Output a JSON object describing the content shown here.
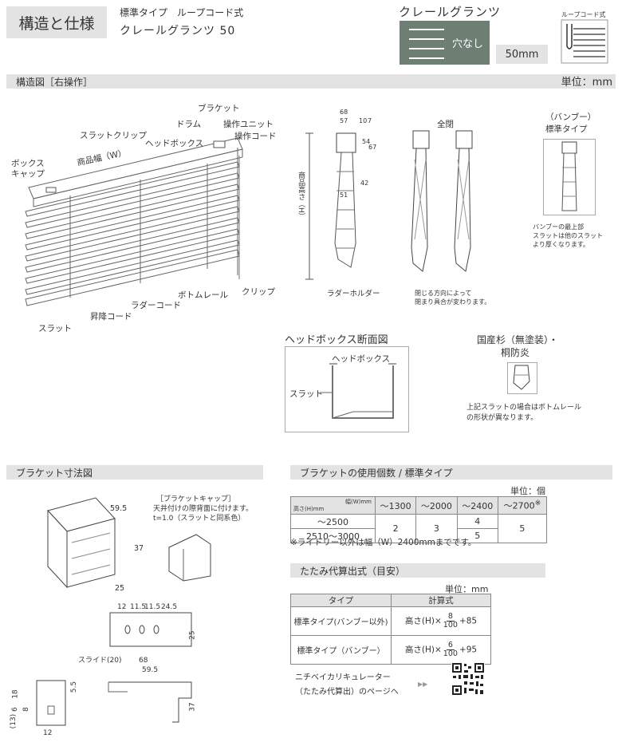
{
  "header": {
    "title": "構造と仕様",
    "subtitle1": "標準タイプ　ループコード式",
    "subtitle2": "クレールグランツ 50",
    "product_label": "クレールグランツ",
    "swatch_text": "穴なし",
    "size": "50mm",
    "loop_label": "ループコード式"
  },
  "structure": {
    "section_title": "構造図［右操作］",
    "unit": "単位：mm",
    "labels": {
      "bracket": "ブラケット",
      "drum": "ドラム",
      "operation_unit": "操作ユニット",
      "operation_cord": "操作コード",
      "slat_clip": "スラットクリップ",
      "headbox": "ヘッドボックス",
      "box_cap1": "ボックス",
      "box_cap2": "キャップ",
      "product_width": "商品幅（W）",
      "bottom_rail": "ボトムレール",
      "clip": "クリップ",
      "ladder_cord": "ラダーコード",
      "lift_cord": "昇降コード",
      "slat": "スラット",
      "product_height": "商品高さ（H）",
      "ladder_holder": "ラダーホルダー",
      "full_close": "全閉",
      "close_note1": "閉じる方向によって",
      "close_note2": "閉まり具合が変わります。",
      "bamboo1": "（バンブー）",
      "bamboo2": "標準タイプ",
      "bamboo_note1": "バンブーの最上部",
      "bamboo_note2": "スラットは他のスラット",
      "bamboo_note3": "より厚くなります。"
    },
    "dims": {
      "d68": "68",
      "d57": "57",
      "d10": "10",
      "d7": "7",
      "d54": "54",
      "d67": "67",
      "d42": "42",
      "d51": "51"
    }
  },
  "headbox_section": {
    "title": "ヘッドボックス断面図",
    "headbox": "ヘッドボックス",
    "slat": "スラット"
  },
  "cedar": {
    "title1": "国産杉（無塗装）・",
    "title2": "桐防炎",
    "note1": "上記スラットの場合はボトムレール",
    "note2": "の形状が異なります。"
  },
  "bracket_dims": {
    "section_title": "ブラケット寸法図",
    "cap_title": "［ブラケットキャップ］",
    "cap_note1": "天井付けの際背面に付けます。",
    "cap_note2": "t=1.0（スラットと同系色）",
    "d59_5": "59.5",
    "d37": "37",
    "d25": "25",
    "d12": "12",
    "d11_5a": "11.5",
    "d11_5b": "11.5",
    "d24_5": "24.5",
    "d25b": "25",
    "slide": "スライド(20)",
    "d68": "68",
    "d59_5b": "59.5",
    "d5_5": "5.5",
    "d18": "18",
    "d6": "6",
    "d13": "(13)",
    "d8": "8",
    "d12b": "12",
    "d37b": "37"
  },
  "bracket_usage": {
    "section_title": "ブラケットの使用個数 / 標準タイプ",
    "unit": "単位：個",
    "corner_top": "幅(W)mm",
    "corner_bottom": "高さ(H)mm",
    "cols": [
      "～1300",
      "～2000",
      "～2400",
      "～2700"
    ],
    "col_mark": "※",
    "rows": [
      "～2500",
      "2510～3000"
    ],
    "v1300": "2",
    "v2000": "3",
    "v2400a": "4",
    "v2400b": "5",
    "v2700": "5",
    "note": "※ライトリー以外は幅（W）2400mmまでです。"
  },
  "stack": {
    "section_title": "たたみ代算出式（目安）",
    "unit": "単位：mm",
    "col_type": "タイプ",
    "col_formula": "計算式",
    "rows": [
      {
        "type": "標準タイプ(バンブー以外)",
        "prefix": "高さ(H)×",
        "num": "8",
        "den": "100",
        "suffix": "+85"
      },
      {
        "type": "標準タイプ（バンブー）",
        "prefix": "高さ(H)×",
        "num": "6",
        "den": "100",
        "suffix": "+95"
      }
    ],
    "calc_link1": "ニチベイカリキュレーター",
    "calc_link2": "（たたみ代算出）のページへ",
    "arrow": "▶▶"
  },
  "colors": {
    "accent": "#6d7f73",
    "bar": "#e3e3e3"
  }
}
